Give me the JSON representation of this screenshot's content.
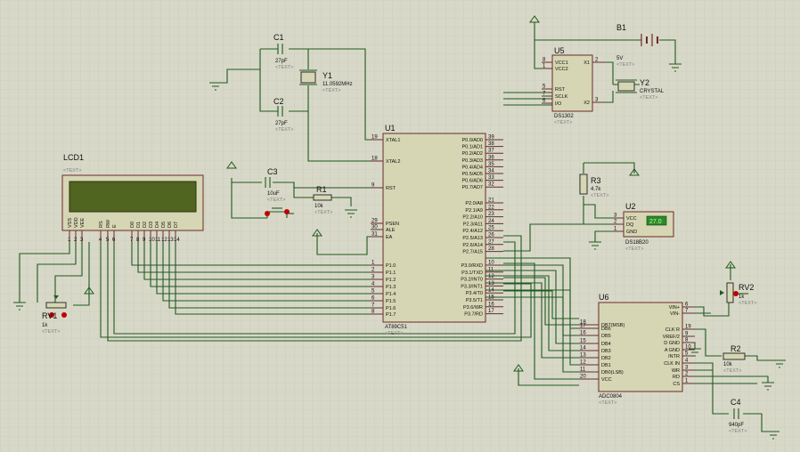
{
  "placeholder": "<TEXT>",
  "u1": {
    "ref": "U1",
    "part": "AT89C51",
    "left": [
      {
        "n": "19",
        "name": "XTAL1"
      },
      {
        "n": "18",
        "name": "XTAL2"
      },
      {
        "n": "9",
        "name": "RST"
      },
      {
        "n": "29",
        "name": "PSEN"
      },
      {
        "n": "30",
        "name": "ALE"
      },
      {
        "n": "31",
        "name": "EA"
      },
      {
        "n": "1",
        "name": "P1.0"
      },
      {
        "n": "2",
        "name": "P1.1"
      },
      {
        "n": "3",
        "name": "P1.2"
      },
      {
        "n": "4",
        "name": "P1.3"
      },
      {
        "n": "5",
        "name": "P1.4"
      },
      {
        "n": "6",
        "name": "P1.5"
      },
      {
        "n": "7",
        "name": "P1.6"
      },
      {
        "n": "8",
        "name": "P1.7"
      }
    ],
    "right": [
      {
        "n": "39",
        "name": "P0.0/AD0"
      },
      {
        "n": "38",
        "name": "P0.1/AD1"
      },
      {
        "n": "37",
        "name": "P0.2/AD2"
      },
      {
        "n": "36",
        "name": "P0.3/AD3"
      },
      {
        "n": "35",
        "name": "P0.4/AD4"
      },
      {
        "n": "34",
        "name": "P0.5/AD5"
      },
      {
        "n": "33",
        "name": "P0.6/AD6"
      },
      {
        "n": "32",
        "name": "P0.7/AD7"
      },
      {
        "n": "21",
        "name": "P2.0/A8"
      },
      {
        "n": "22",
        "name": "P2.1/A9"
      },
      {
        "n": "23",
        "name": "P2.2/A10"
      },
      {
        "n": "24",
        "name": "P2.3/A11"
      },
      {
        "n": "25",
        "name": "P2.4/A12"
      },
      {
        "n": "26",
        "name": "P2.5/A13"
      },
      {
        "n": "27",
        "name": "P2.6/A14"
      },
      {
        "n": "28",
        "name": "P2.7/A15"
      },
      {
        "n": "10",
        "name": "P3.0/RXD"
      },
      {
        "n": "11",
        "name": "P3.1/TXD"
      },
      {
        "n": "12",
        "name": "P3.2/INT0"
      },
      {
        "n": "13",
        "name": "P3.3/INT1"
      },
      {
        "n": "14",
        "name": "P3.4/T0"
      },
      {
        "n": "15",
        "name": "P3.5/T1"
      },
      {
        "n": "16",
        "name": "P3.6/WR"
      },
      {
        "n": "17",
        "name": "P3.7/RD"
      }
    ]
  },
  "u5": {
    "ref": "U5",
    "part": "DS1302",
    "left": [
      {
        "n": "8",
        "name": "VCC1"
      },
      {
        "n": "1",
        "name": "VCC2"
      },
      {
        "n": "5",
        "name": "RST"
      },
      {
        "n": "7",
        "name": "SCLK"
      },
      {
        "n": "6",
        "name": "I/O"
      }
    ],
    "right": [
      {
        "n": "2",
        "name": "X1"
      },
      {
        "n": "3",
        "name": "X2"
      }
    ]
  },
  "u6": {
    "ref": "U6",
    "part": "ADC0804",
    "left": [
      {
        "n": "18",
        "name": "DB7(MSB)"
      },
      {
        "n": "17",
        "name": "DB6"
      },
      {
        "n": "16",
        "name": "DB5"
      },
      {
        "n": "15",
        "name": "DB4"
      },
      {
        "n": "14",
        "name": "DB3"
      },
      {
        "n": "13",
        "name": "DB2"
      },
      {
        "n": "12",
        "name": "DB1"
      },
      {
        "n": "11",
        "name": "DB0(LSB)"
      },
      {
        "n": "20",
        "name": "VCC"
      }
    ],
    "right": [
      {
        "n": "6",
        "name": "VIN+"
      },
      {
        "n": "7",
        "name": "VIN-"
      },
      {
        "n": "19",
        "name": "CLK R"
      },
      {
        "n": "9",
        "name": "VREF/2"
      },
      {
        "n": "8",
        "name": "D GND"
      },
      {
        "n": "10",
        "name": "A GND"
      },
      {
        "n": "5",
        "name": "INTR"
      },
      {
        "n": "4",
        "name": "CLK IN"
      },
      {
        "n": "3",
        "name": "WR"
      },
      {
        "n": "2",
        "name": "RD"
      },
      {
        "n": "1",
        "name": "CS"
      }
    ]
  },
  "u2": {
    "ref": "U2",
    "part": "DS18B20",
    "display": "27.0",
    "pins": [
      {
        "n": "3",
        "name": "VCC"
      },
      {
        "n": "2",
        "name": "DQ"
      },
      {
        "n": "1",
        "name": "GND"
      }
    ]
  },
  "lcd": {
    "ref": "LCD1",
    "pins": [
      "VSS",
      "VDD",
      "VEE",
      "RS",
      "RW",
      "E",
      "D0",
      "D1",
      "D2",
      "D3",
      "D4",
      "D5",
      "D6",
      "D7"
    ],
    "pin_numbers": [
      "1",
      "2",
      "3",
      "4",
      "5",
      "6",
      "7",
      "8",
      "9",
      "10",
      "11",
      "12",
      "13",
      "14"
    ]
  },
  "parts": {
    "c1": {
      "ref": "C1",
      "val": "27pF"
    },
    "c2": {
      "ref": "C2",
      "val": "27pF"
    },
    "c3": {
      "ref": "C3",
      "val": "10uF"
    },
    "c4": {
      "ref": "C4",
      "val": "940pF"
    },
    "r1": {
      "ref": "R1",
      "val": "10k"
    },
    "r2": {
      "ref": "R2",
      "val": "10k"
    },
    "r3": {
      "ref": "R3",
      "val": "4.7k"
    },
    "rv1": {
      "ref": "RV1",
      "val": "1k"
    },
    "rv2": {
      "ref": "RV2",
      "val": "1k"
    },
    "y1": {
      "ref": "Y1",
      "val": "11.0592MHz"
    },
    "y2": {
      "ref": "Y2",
      "val": "CRYSTAL"
    },
    "b1": {
      "ref": "B1",
      "val": "5V"
    }
  },
  "colors": {
    "background": "#d8d8c8",
    "grid": "#c6c6b4",
    "wire": "#1e5a1e",
    "chip_fill": "#d6d6b4",
    "chip_border": "#6a2a2a",
    "lcd_screen": "#4f6520",
    "terminal": "#c00000"
  }
}
